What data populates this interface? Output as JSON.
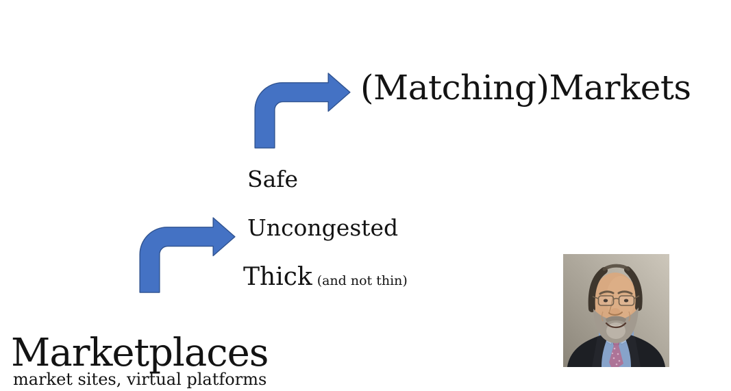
{
  "slide": {
    "background_color": "#ffffff",
    "text_color": "#131313",
    "arrow": {
      "fill": "#4472C4",
      "border": "#2F528F"
    },
    "heading": "(Matching)Markets",
    "qualities": {
      "safe": "Safe",
      "uncongested": "Uncongested",
      "thick": "Thick",
      "thick_note": "(and not thin)"
    },
    "base": {
      "title": "Marketplaces",
      "subtitle": "market sites, virtual platforms"
    },
    "photo": {
      "alt": "portrait of smiling balding man with gray beard and glasses, dark suit, blue shirt, patterned tie"
    }
  }
}
